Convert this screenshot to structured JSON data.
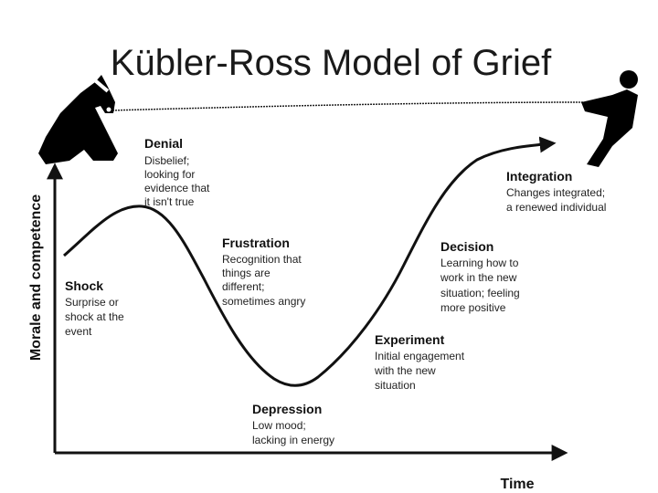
{
  "title": "Kübler-Ross Model of Grief",
  "axes": {
    "y_label": "Morale and competence",
    "x_label": "Time"
  },
  "icons": {
    "left": "horse-icon",
    "right": "person-pulling-icon",
    "rope": "rope"
  },
  "colors": {
    "ink": "#111111",
    "background": "#ffffff"
  },
  "stages": [
    {
      "id": "denial",
      "title": "Denial",
      "lines": [
        "Disbelief;",
        "looking for",
        "evidence that",
        "it isn't true"
      ]
    },
    {
      "id": "frustration",
      "title": "Frustration",
      "lines": [
        "Recognition that",
        "things are",
        "different;",
        "sometimes angry"
      ]
    },
    {
      "id": "shock",
      "title": "Shock",
      "lines": [
        "Surprise or",
        "shock at the",
        "event"
      ]
    },
    {
      "id": "depression",
      "title": "Depression",
      "lines": [
        "Low mood;",
        "lacking in energy"
      ]
    },
    {
      "id": "experiment",
      "title": "Experiment",
      "lines": [
        "Initial engagement",
        "with the new",
        "situation"
      ]
    },
    {
      "id": "decision",
      "title": "Decision",
      "lines": [
        "Learning how to",
        "work in the new",
        "situation; feeling",
        "more positive"
      ]
    },
    {
      "id": "integration",
      "title": "Integration",
      "lines": [
        "Changes integrated;",
        "a renewed individual"
      ]
    }
  ]
}
